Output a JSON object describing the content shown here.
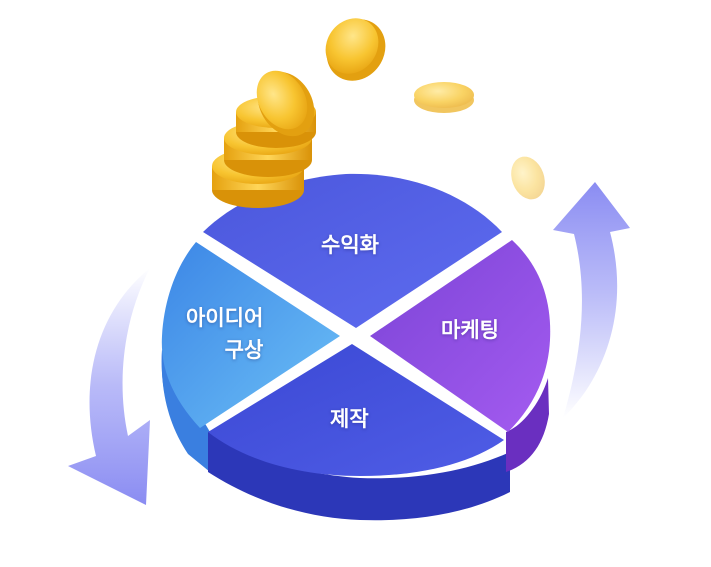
{
  "segments": [
    {
      "label": "수익화",
      "color": "#4f5be0"
    },
    {
      "label": "마케팅",
      "color": "#8848dc"
    },
    {
      "label": "제작",
      "color": "#3f4ed8"
    },
    {
      "label": "아이디어\n구상",
      "color": "#4aa4ec"
    }
  ],
  "cycle_arrows": [
    "arrow-up-icon",
    "arrow-down-icon"
  ],
  "decoration": [
    "coin-icon"
  ],
  "colors": {
    "arrow": "#8f92f4",
    "coin": "#f6bf2e"
  }
}
